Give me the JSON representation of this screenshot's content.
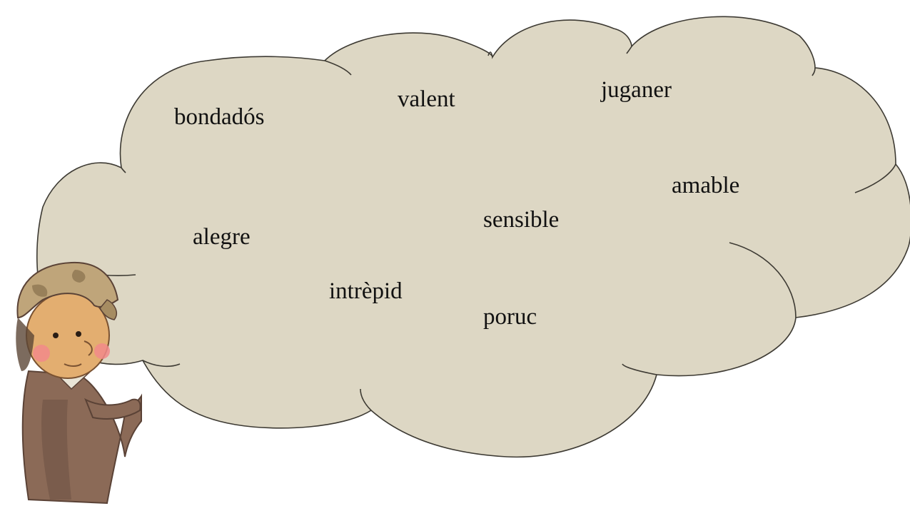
{
  "colors": {
    "cloud_fill": "#ddd7c4",
    "cloud_stroke": "#3d3a33",
    "text": "#111111"
  },
  "words": {
    "bondados": "bondadós",
    "valent": "valent",
    "juganer": "juganer",
    "amable": "amable",
    "sensible": "sensible",
    "alegre": "alegre",
    "intrepid": "intrèpid",
    "poruc": "poruc"
  },
  "illustration": {
    "subject": "boy-with-cap-icon"
  }
}
